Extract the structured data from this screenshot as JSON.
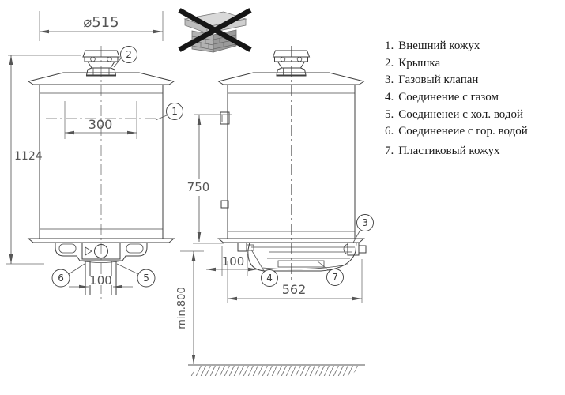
{
  "legend": {
    "items": [
      {
        "num": "1.",
        "label": "Внешний кожух"
      },
      {
        "num": "2.",
        "label": "Крышка"
      },
      {
        "num": "3.",
        "label": "Газовый клапан"
      },
      {
        "num": "4.",
        "label": "Соединение с газом"
      },
      {
        "num": "5.",
        "label": "Соединенеи с хол. водой"
      },
      {
        "num": "6.",
        "label": "Соединенеие с гор. водой"
      },
      {
        "num": "7.",
        "label": "Пластиковый кожух"
      }
    ]
  },
  "dims": {
    "diameter": "⌀515",
    "overall_height": "1124",
    "inner_width": "300",
    "pipe_spacing": "100",
    "side_connection_height": "750",
    "floor_clearance": "min.800",
    "gas_offset": "100",
    "depth": "562"
  },
  "callouts": {
    "outer_casing": "1",
    "cap": "2",
    "gas_valve": "3",
    "gas_connection": "4",
    "cold_water": "5",
    "hot_water": "6",
    "plastic_cover": "7"
  },
  "colors": {
    "drawing_line": "#3f3f3f",
    "dimension": "#5a5a5a",
    "legend_text": "#1a1a1a",
    "prohibition_cross": "#161616"
  }
}
